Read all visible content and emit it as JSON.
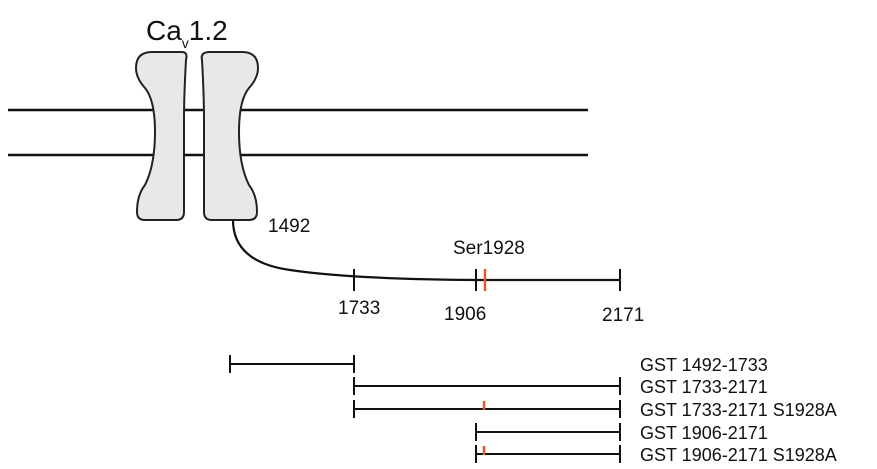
{
  "title": {
    "prefix": "Ca",
    "subscript": "v",
    "suffix": "1.2"
  },
  "positions": {
    "start": "1492",
    "mid": "1733",
    "site_start": "1906",
    "end": "2171",
    "site_label": "Ser1928"
  },
  "constructs": [
    {
      "label": "GST 1492-1733",
      "start": 1492,
      "end": 1733,
      "mutation": false
    },
    {
      "label": "GST 1733-2171",
      "start": 1733,
      "end": 2171,
      "mutation": false
    },
    {
      "label": "GST 1733-2171 S1928A",
      "start": 1733,
      "end": 2171,
      "mutation": true
    },
    {
      "label": "GST 1906-2171",
      "start": 1906,
      "end": 2171,
      "mutation": false
    },
    {
      "label": "GST 1906-2171 S1928A",
      "start": 1906,
      "end": 2171,
      "mutation": true
    }
  ],
  "colors": {
    "line": "#111111",
    "channel_fill": "#e8e8e8",
    "channel_stroke": "#222222",
    "site": "#e4572e"
  }
}
